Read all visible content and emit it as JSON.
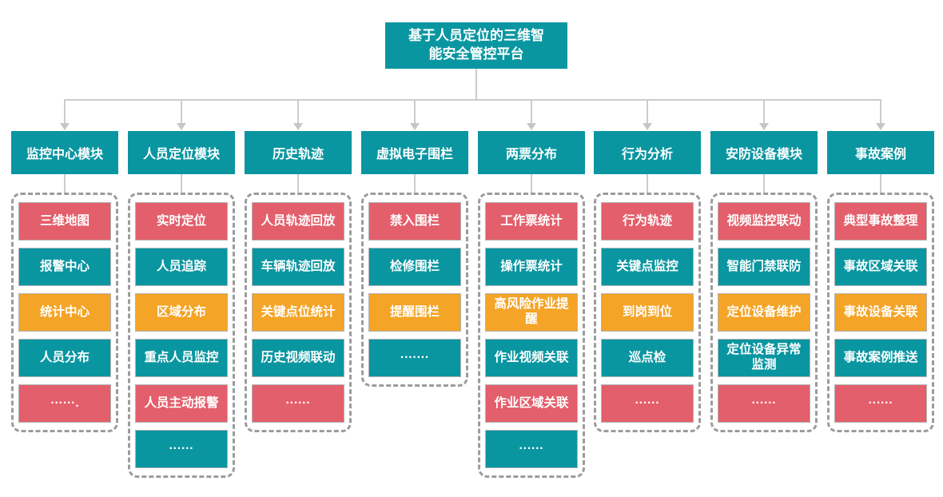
{
  "title": "基于人员定位的三维智能安全管控平台",
  "colors": {
    "teal": "#0a96a1",
    "red": "#e35f6b",
    "orange": "#f4a426",
    "connector": "#cccccc",
    "dashed_border": "#9c9c9c"
  },
  "columns": [
    {
      "header": "监控中心模块",
      "items": [
        {
          "label": "三维地图",
          "color": "red"
        },
        {
          "label": "报警中心",
          "color": "teal"
        },
        {
          "label": "统计中心",
          "color": "orange"
        },
        {
          "label": "人员分布",
          "color": "teal"
        },
        {
          "label": "······.",
          "color": "red"
        }
      ]
    },
    {
      "header": "人员定位模块",
      "items": [
        {
          "label": "实时定位",
          "color": "red"
        },
        {
          "label": "人员追踪",
          "color": "teal"
        },
        {
          "label": "区域分布",
          "color": "orange"
        },
        {
          "label": "重点人员监控",
          "color": "teal"
        },
        {
          "label": "人员主动报警",
          "color": "red"
        },
        {
          "label": "······",
          "color": "teal"
        }
      ]
    },
    {
      "header": "历史轨迹",
      "items": [
        {
          "label": "人员轨迹回放",
          "color": "red"
        },
        {
          "label": "车辆轨迹回放",
          "color": "teal"
        },
        {
          "label": "关键点位统计",
          "color": "orange"
        },
        {
          "label": "历史视频联动",
          "color": "teal"
        },
        {
          "label": "······",
          "color": "red"
        }
      ]
    },
    {
      "header": "虚拟电子围栏",
      "items": [
        {
          "label": "禁入围栏",
          "color": "red"
        },
        {
          "label": "检修围栏",
          "color": "teal"
        },
        {
          "label": "提醒围栏",
          "color": "orange"
        },
        {
          "label": "·······",
          "color": "teal"
        }
      ]
    },
    {
      "header": "两票分布",
      "items": [
        {
          "label": "工作票统计",
          "color": "red"
        },
        {
          "label": "操作票统计",
          "color": "teal"
        },
        {
          "label": "高风险作业提醒",
          "color": "orange"
        },
        {
          "label": "作业视频关联",
          "color": "teal"
        },
        {
          "label": "作业区域关联",
          "color": "red"
        },
        {
          "label": "······",
          "color": "teal"
        }
      ]
    },
    {
      "header": "行为分析",
      "items": [
        {
          "label": "行为轨迹",
          "color": "red"
        },
        {
          "label": "关键点监控",
          "color": "teal"
        },
        {
          "label": "到岗到位",
          "color": "orange"
        },
        {
          "label": "巡点检",
          "color": "teal"
        },
        {
          "label": "······",
          "color": "red"
        }
      ]
    },
    {
      "header": "安防设备模块",
      "items": [
        {
          "label": "视频监控联动",
          "color": "red"
        },
        {
          "label": "智能门禁联防",
          "color": "teal"
        },
        {
          "label": "定位设备维护",
          "color": "orange"
        },
        {
          "label": "定位设备异常监测",
          "color": "teal"
        },
        {
          "label": "······",
          "color": "red"
        }
      ]
    },
    {
      "header": "事故案例",
      "items": [
        {
          "label": "典型事故整理",
          "color": "red"
        },
        {
          "label": "事故区域关联",
          "color": "teal"
        },
        {
          "label": "事故设备关联",
          "color": "orange"
        },
        {
          "label": "事故案例推送",
          "color": "teal"
        },
        {
          "label": "······",
          "color": "red"
        }
      ]
    }
  ]
}
